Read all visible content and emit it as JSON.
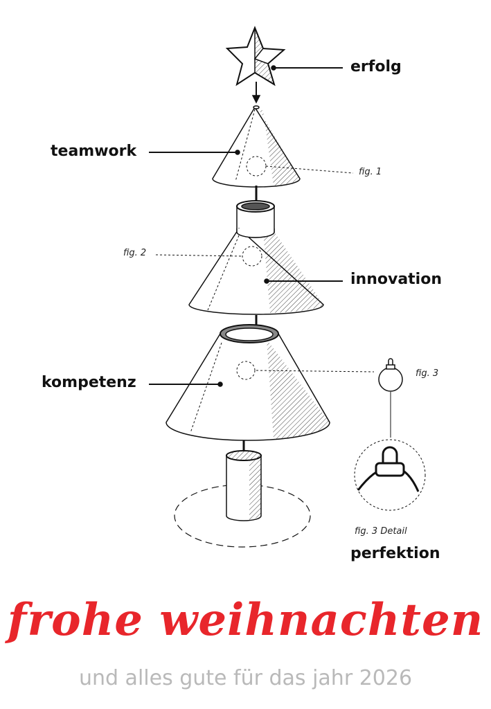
{
  "labels": {
    "erfolg": "erfolg",
    "teamwork": "teamwork",
    "innovation": "innovation",
    "kompetenz": "kompetenz",
    "perfektion": "perfektion"
  },
  "figures": {
    "fig1": "fig. 1",
    "fig2": "fig. 2",
    "fig3": "fig. 3",
    "fig3_detail": "fig. 3 Detail"
  },
  "greeting": {
    "title": "frohe weihnachten",
    "subtitle": "und alles gute für das jahr 2026"
  },
  "colors": {
    "title": "#e8262b",
    "subtitle": "#b9b9b9",
    "ink": "#111111"
  }
}
